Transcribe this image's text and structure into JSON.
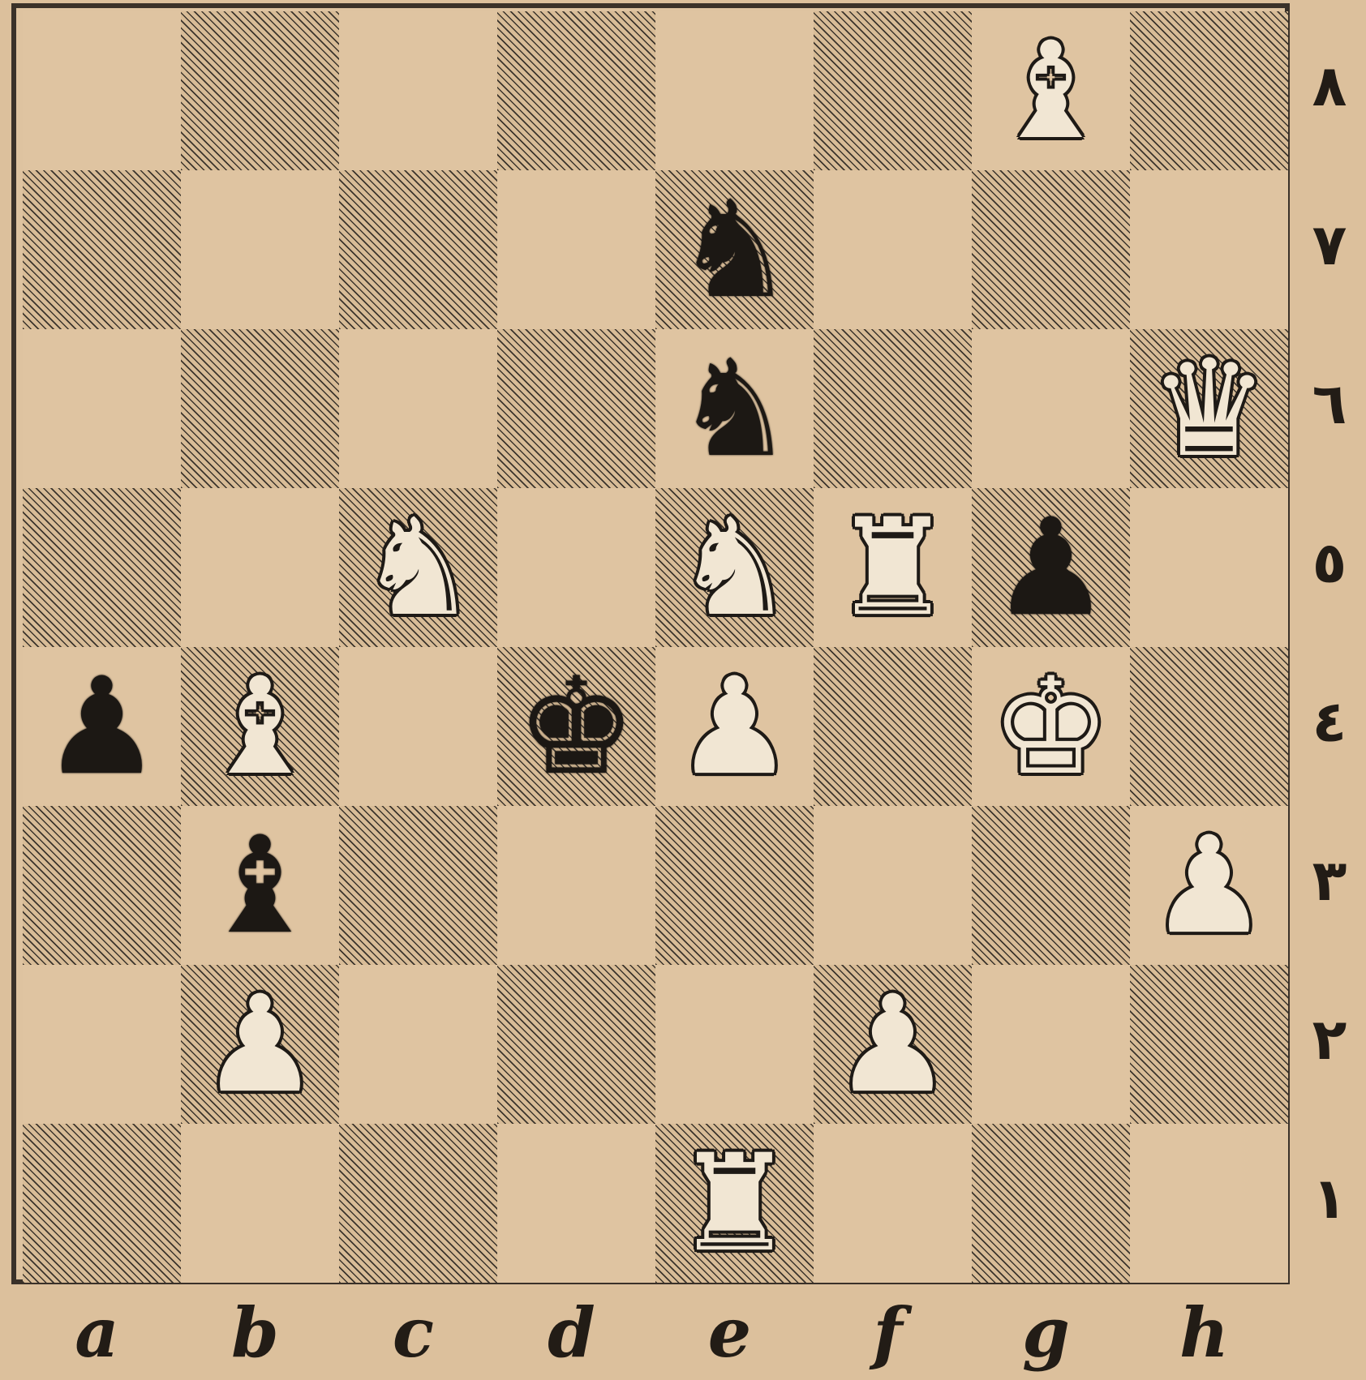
{
  "board": {
    "files": [
      "a",
      "b",
      "c",
      "d",
      "e",
      "f",
      "g",
      "h"
    ],
    "ranks": [
      "٨",
      "٧",
      "٦",
      "٥",
      "٤",
      "٣",
      "٢",
      "١"
    ],
    "pieces": [
      {
        "square": "g8",
        "color": "white",
        "type": "bishop",
        "glyph": "♝"
      },
      {
        "square": "e7",
        "color": "black",
        "type": "knight",
        "glyph": "♞"
      },
      {
        "square": "e6",
        "color": "black",
        "type": "knight",
        "glyph": "♞"
      },
      {
        "square": "h6",
        "color": "white",
        "type": "queen",
        "glyph": "♛"
      },
      {
        "square": "c5",
        "color": "white",
        "type": "knight",
        "glyph": "♞"
      },
      {
        "square": "e5",
        "color": "white",
        "type": "knight",
        "glyph": "♞"
      },
      {
        "square": "f5",
        "color": "white",
        "type": "rook",
        "glyph": "♜"
      },
      {
        "square": "g5",
        "color": "black",
        "type": "pawn",
        "glyph": "♟"
      },
      {
        "square": "a4",
        "color": "black",
        "type": "pawn",
        "glyph": "♟"
      },
      {
        "square": "b4",
        "color": "white",
        "type": "bishop",
        "glyph": "♝"
      },
      {
        "square": "d4",
        "color": "black",
        "type": "king",
        "glyph": "♚"
      },
      {
        "square": "e4",
        "color": "white",
        "type": "pawn",
        "glyph": "♟"
      },
      {
        "square": "g4",
        "color": "white",
        "type": "king",
        "glyph": "♚"
      },
      {
        "square": "b3",
        "color": "black",
        "type": "bishop",
        "glyph": "♝"
      },
      {
        "square": "h3",
        "color": "white",
        "type": "pawn",
        "glyph": "♟"
      },
      {
        "square": "b2",
        "color": "white",
        "type": "pawn",
        "glyph": "♟"
      },
      {
        "square": "f2",
        "color": "white",
        "type": "pawn",
        "glyph": "♟"
      },
      {
        "square": "e1",
        "color": "white",
        "type": "rook",
        "glyph": "♜"
      }
    ]
  },
  "colors": {
    "paper": "#dcc09c",
    "light_square": "#dfc4a1",
    "hatch": "#3b342c",
    "ink": "#1c1814"
  }
}
